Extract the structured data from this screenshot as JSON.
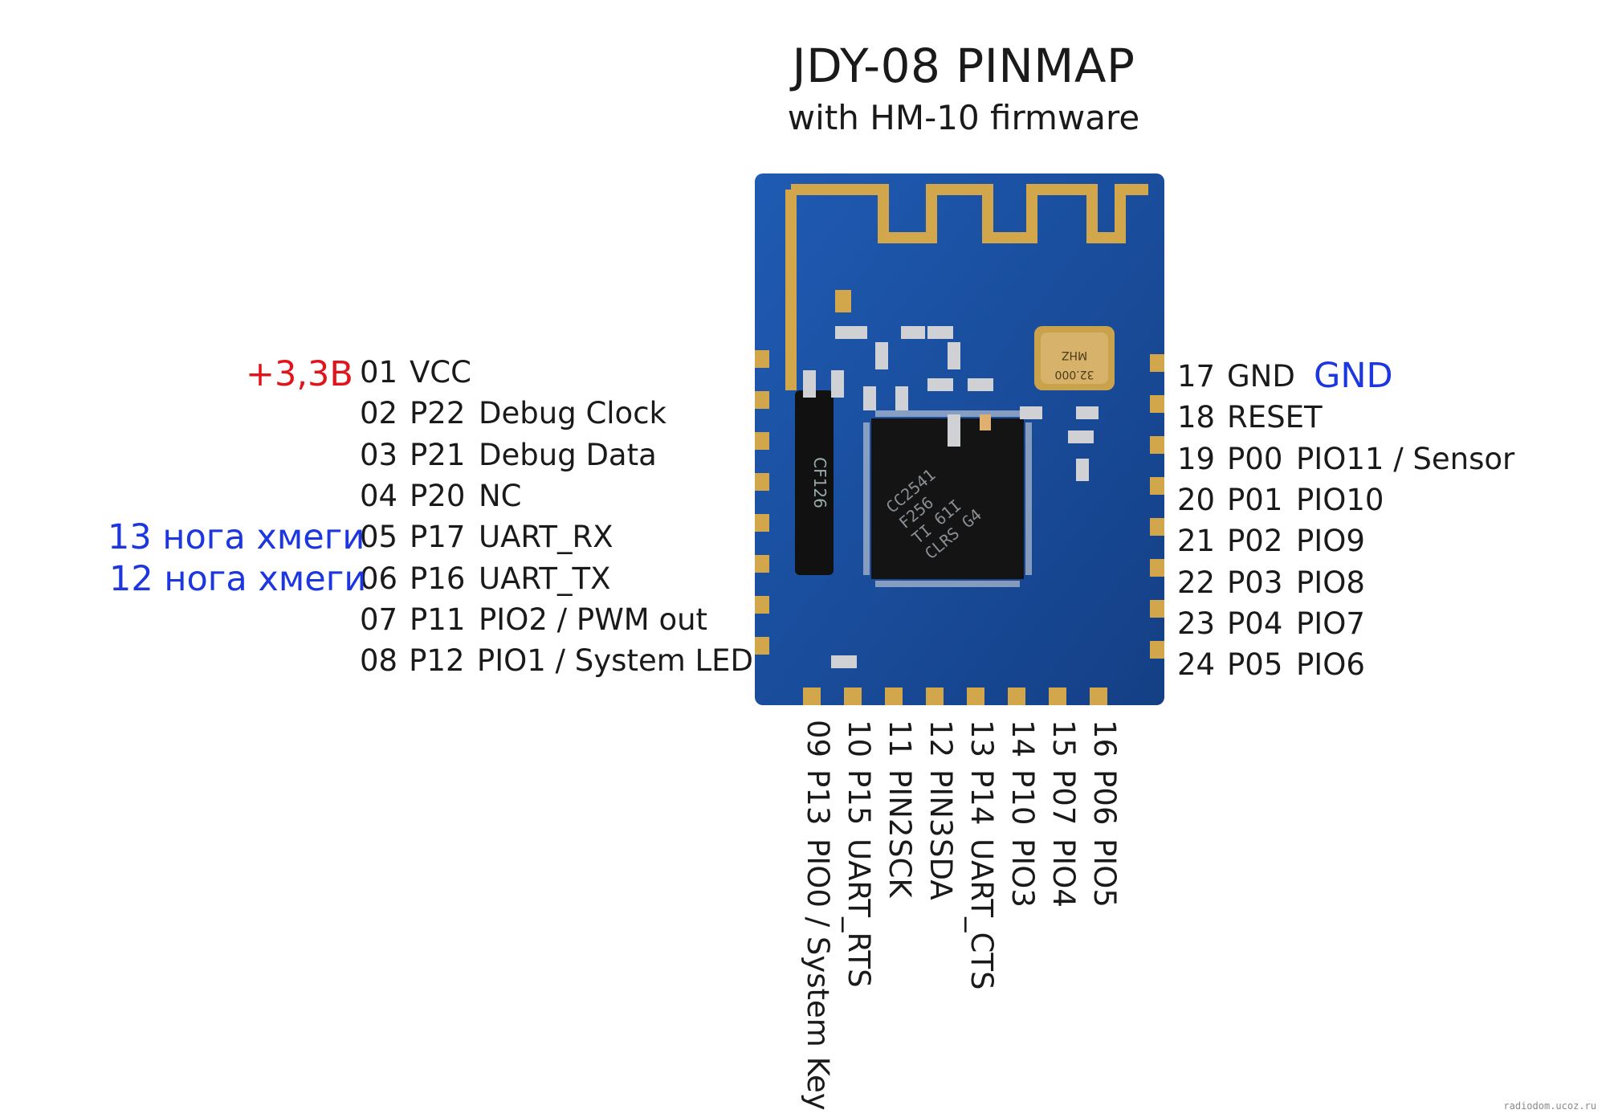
{
  "title": "JDY-08 PINMAP",
  "subtitle": "with HM-10 firmware",
  "left_pins": [
    {
      "num": "01",
      "port": "VCC",
      "func": ""
    },
    {
      "num": "02",
      "port": "P22",
      "func": "Debug Clock"
    },
    {
      "num": "03",
      "port": "P21",
      "func": "Debug Data"
    },
    {
      "num": "04",
      "port": "P20",
      "func": "NC"
    },
    {
      "num": "05",
      "port": "P17",
      "func": "UART_RX"
    },
    {
      "num": "06",
      "port": "P16",
      "func": "UART_TX"
    },
    {
      "num": "07",
      "port": "P11",
      "func": "PIO2 / PWM out"
    },
    {
      "num": "08",
      "port": "P12",
      "func": "PIO1 / System LED"
    }
  ],
  "right_pins": [
    {
      "num": "17",
      "port": "GND",
      "func": ""
    },
    {
      "num": "18",
      "port": "RESET",
      "func": ""
    },
    {
      "num": "19",
      "port": "P00",
      "func": "PIO11 / Sensor"
    },
    {
      "num": "20",
      "port": "P01",
      "func": "PIO10"
    },
    {
      "num": "21",
      "port": "P02",
      "func": "PIO9"
    },
    {
      "num": "22",
      "port": "P03",
      "func": "PIO8"
    },
    {
      "num": "23",
      "port": "P04",
      "func": "PIO7"
    },
    {
      "num": "24",
      "port": "P05",
      "func": "PIO6"
    }
  ],
  "bottom_pins": [
    {
      "num": "09",
      "port": "P13",
      "func": "PIO0 / System Key"
    },
    {
      "num": "10",
      "port": "P15",
      "func": "UART_RTS"
    },
    {
      "num": "11",
      "port": "PIN2",
      "func": "SCK"
    },
    {
      "num": "12",
      "port": "PIN3",
      "func": "SDA"
    },
    {
      "num": "13",
      "port": "P14",
      "func": "UART_CTS"
    },
    {
      "num": "14",
      "port": "P10",
      "func": "PIO3"
    },
    {
      "num": "15",
      "port": "P07",
      "func": "PIO4"
    },
    {
      "num": "16",
      "port": "P06",
      "func": "PIO5"
    }
  ],
  "annotations": {
    "vcc": "+3,3В",
    "gnd": "GND",
    "rx": "13 нога хмеги",
    "tx": "12 нога хмеги"
  },
  "chip": {
    "shield_text": "CF126",
    "mcu_line1": "CC2541",
    "mcu_line2": "F256",
    "mcu_line3": "TI 61I",
    "mcu_line4": "CLRS G4",
    "crystal_line1": "32.000",
    "crystal_line2": "MHZ"
  },
  "colors": {
    "pcb": "#1b4fa0",
    "gold": "#d2a64a",
    "red": "#e1141b",
    "blue": "#1c36e0"
  },
  "credit": "radiodom.ucoz.ru"
}
